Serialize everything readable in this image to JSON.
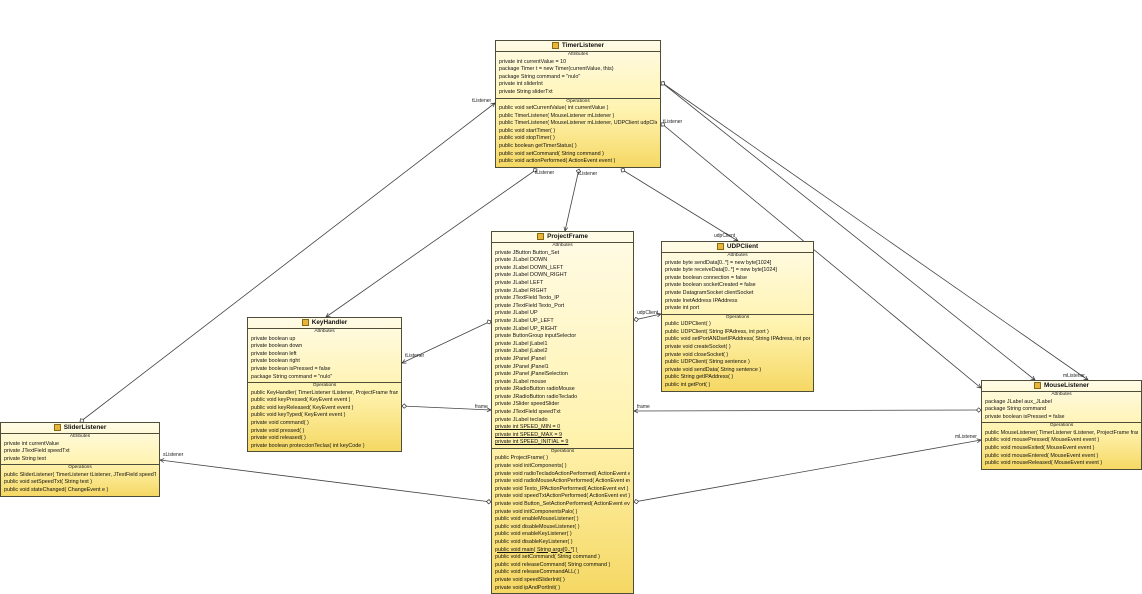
{
  "classes": [
    {
      "id": "TimerListener",
      "name": "TimerListener",
      "attributes_title": "Attributes",
      "operations_title": "Operations",
      "attributes": [
        {
          "text": "private int currentValue = 10"
        },
        {
          "text": "package Timer t = new Timer(currentValue, this)"
        },
        {
          "text": "package String command = \"nulo\""
        },
        {
          "text": "private int sliderInt"
        },
        {
          "text": "private String sliderTxt"
        }
      ],
      "operations": [
        {
          "text": "public void  setCurrentValue( int currentValue )"
        },
        {
          "text": "public TimerListener( MouseListener mListener )"
        },
        {
          "text": "public TimerListener( MouseListener mListener, UDPClient udpClient )"
        },
        {
          "text": "public void  startTimer(  )"
        },
        {
          "text": "public void  stopTimer(  )"
        },
        {
          "text": "public boolean  getTimerStatus(  )"
        },
        {
          "text": "public void  setCommand( String command )"
        },
        {
          "text": "public void  actionPerformed( ActionEvent event )"
        }
      ]
    },
    {
      "id": "ProjectFrame",
      "name": "ProjectFrame",
      "attributes_title": "Attributes",
      "operations_title": "Operations",
      "attributes": [
        {
          "text": "private JButton Button_Set"
        },
        {
          "text": "private JLabel DOWN"
        },
        {
          "text": "private JLabel DOWN_LEFT"
        },
        {
          "text": "private JLabel DOWN_RIGHT"
        },
        {
          "text": "private JLabel LEFT"
        },
        {
          "text": "private JLabel RIGHT"
        },
        {
          "text": "private JTextField Texto_IP"
        },
        {
          "text": "private JTextField Texto_Port"
        },
        {
          "text": "private JLabel UP"
        },
        {
          "text": "private JLabel UP_LEFT"
        },
        {
          "text": "private JLabel UP_RIGHT"
        },
        {
          "text": "private ButtonGroup inputSelector"
        },
        {
          "text": "private JLabel jLabel1"
        },
        {
          "text": "private JLabel jLabel2"
        },
        {
          "text": "private JPanel jPanel"
        },
        {
          "text": "private JPanel jPanel1"
        },
        {
          "text": "private JPanel jPanelSelection"
        },
        {
          "text": "private JLabel mouse"
        },
        {
          "text": "private JRadioButton radioMouse"
        },
        {
          "text": "private JRadioButton radioTeclado"
        },
        {
          "text": "private JSlider speedSlider"
        },
        {
          "text": "private JTextField speedTxt"
        },
        {
          "text": "private JLabel teclado"
        },
        {
          "text": "private int SPEED_MIN = 0",
          "static": true
        },
        {
          "text": "private int SPEED_MAX = 9",
          "static": true
        },
        {
          "text": "private int SPEED_INITIAL = 9",
          "static": true
        }
      ],
      "operations": [
        {
          "text": "public ProjectFrame(  )"
        },
        {
          "text": "private void  initComponents(  )"
        },
        {
          "text": "private void  radioTecladoActionPerformed( ActionEvent evt )"
        },
        {
          "text": "private void  radioMouseActionPerformed( ActionEvent evt )"
        },
        {
          "text": "private void  Texto_IPActionPerformed( ActionEvent evt )"
        },
        {
          "text": "private void  speedTxtActionPerformed( ActionEvent evt )"
        },
        {
          "text": "private void  Button_SetActionPerformed( ActionEvent evt )"
        },
        {
          "text": "private void  initComponentsPalo(  )"
        },
        {
          "text": "public void  enableMouseListener(  )"
        },
        {
          "text": "public void  disableMouseListener(  )"
        },
        {
          "text": "public void  enableKeyListener(  )"
        },
        {
          "text": "public void  disableKeyListener(  )"
        },
        {
          "text": "public void  main( String args[0..*] )",
          "static": true
        },
        {
          "text": "public void  setCommand( String command )"
        },
        {
          "text": "public void  releaseCommand( String command )"
        },
        {
          "text": "public void  releaseCommandALL(  )"
        },
        {
          "text": "private void  speedSliderInit(  )"
        },
        {
          "text": "private void  ipAndPortInit(  )"
        }
      ]
    },
    {
      "id": "UDPClient",
      "name": "UDPClient",
      "attributes_title": "Attributes",
      "operations_title": "Operations",
      "attributes": [
        {
          "text": "private byte sendData[0..*] = new byte[1024]"
        },
        {
          "text": "private byte receiveData[0..*] = new byte[1024]"
        },
        {
          "text": "private boolean connection = false"
        },
        {
          "text": "private boolean socketCreated = false"
        },
        {
          "text": "private DatagramSocket clientSocket"
        },
        {
          "text": "private InetAddress IPAddress"
        },
        {
          "text": "private int port"
        }
      ],
      "operations": [
        {
          "text": "public UDPClient(  )"
        },
        {
          "text": "public UDPClient( String IPAdress, int port )"
        },
        {
          "text": "public void  setPortANDsetIPAddress( String IPAdress, int port )"
        },
        {
          "text": "private void  createSocket(  )"
        },
        {
          "text": "private void  closeSocket(  )"
        },
        {
          "text": "public UDPClient( String sentence )"
        },
        {
          "text": "private void  sendData( String sentence )"
        },
        {
          "text": "public String  getIPAddress(  )"
        },
        {
          "text": "public int  getPort(  )"
        }
      ]
    },
    {
      "id": "KeyHandler",
      "name": "KeyHandler",
      "attributes_title": "Attributes",
      "operations_title": "Operations",
      "attributes": [
        {
          "text": "private boolean up"
        },
        {
          "text": "private boolean down"
        },
        {
          "text": "private boolean left"
        },
        {
          "text": "private boolean right"
        },
        {
          "text": "private boolean isPressed = false"
        },
        {
          "text": "package String command = \"nulo\""
        }
      ],
      "operations": [
        {
          "text": "public KeyHandler( TimerListener tListener, ProjectFrame frame )"
        },
        {
          "text": "public void  keyPressed( KeyEvent event )"
        },
        {
          "text": "public void  keyReleased( KeyEvent event )"
        },
        {
          "text": "public void  keyTyped( KeyEvent event )"
        },
        {
          "text": "private void  command(  )"
        },
        {
          "text": "private void  pressed(  )"
        },
        {
          "text": "private void  released(  )"
        },
        {
          "text": "private boolean  proteccionTeclas( int keyCode )"
        }
      ]
    },
    {
      "id": "MouseListener",
      "name": "MouseListener",
      "attributes_title": "Attributes",
      "operations_title": "Operations",
      "attributes": [
        {
          "text": "package JLabel aux_JLabel"
        },
        {
          "text": "package String command"
        },
        {
          "text": "private boolean isPressed = false"
        }
      ],
      "operations": [
        {
          "text": "public MouseListener( TimerListener tListener, ProjectFrame frame )"
        },
        {
          "text": "public void  mousePressed( MouseEvent event )"
        },
        {
          "text": "public void  mouseExited( MouseEvent event )"
        },
        {
          "text": "public void  mouseEntered( MouseEvent event )"
        },
        {
          "text": "public void  mouseReleased( MouseEvent event )"
        }
      ]
    },
    {
      "id": "SliderListener",
      "name": "SliderListener",
      "attributes_title": "Attributes",
      "operations_title": "Operations",
      "attributes": [
        {
          "text": "private int currentValue"
        },
        {
          "text": "private JTextField speedTxt"
        },
        {
          "text": "private String text"
        }
      ],
      "operations": [
        {
          "text": "public SliderListener( TimerListener tListener, JTextField speedTxt )"
        },
        {
          "text": "public void  setSpeedTxt( String text )"
        },
        {
          "text": "public void  stateChanged( ChangeEvent e )"
        }
      ]
    }
  ],
  "associations": [
    {
      "label": "tListener"
    },
    {
      "label": "tListener"
    },
    {
      "label": "tListener"
    },
    {
      "label": "tListener"
    },
    {
      "label": "tListener"
    },
    {
      "label": "udpClient"
    },
    {
      "label": "udpClient"
    },
    {
      "label": "mListener"
    },
    {
      "label": "mListener"
    },
    {
      "label": "frame"
    },
    {
      "label": "frame"
    },
    {
      "label": "sListener"
    }
  ]
}
